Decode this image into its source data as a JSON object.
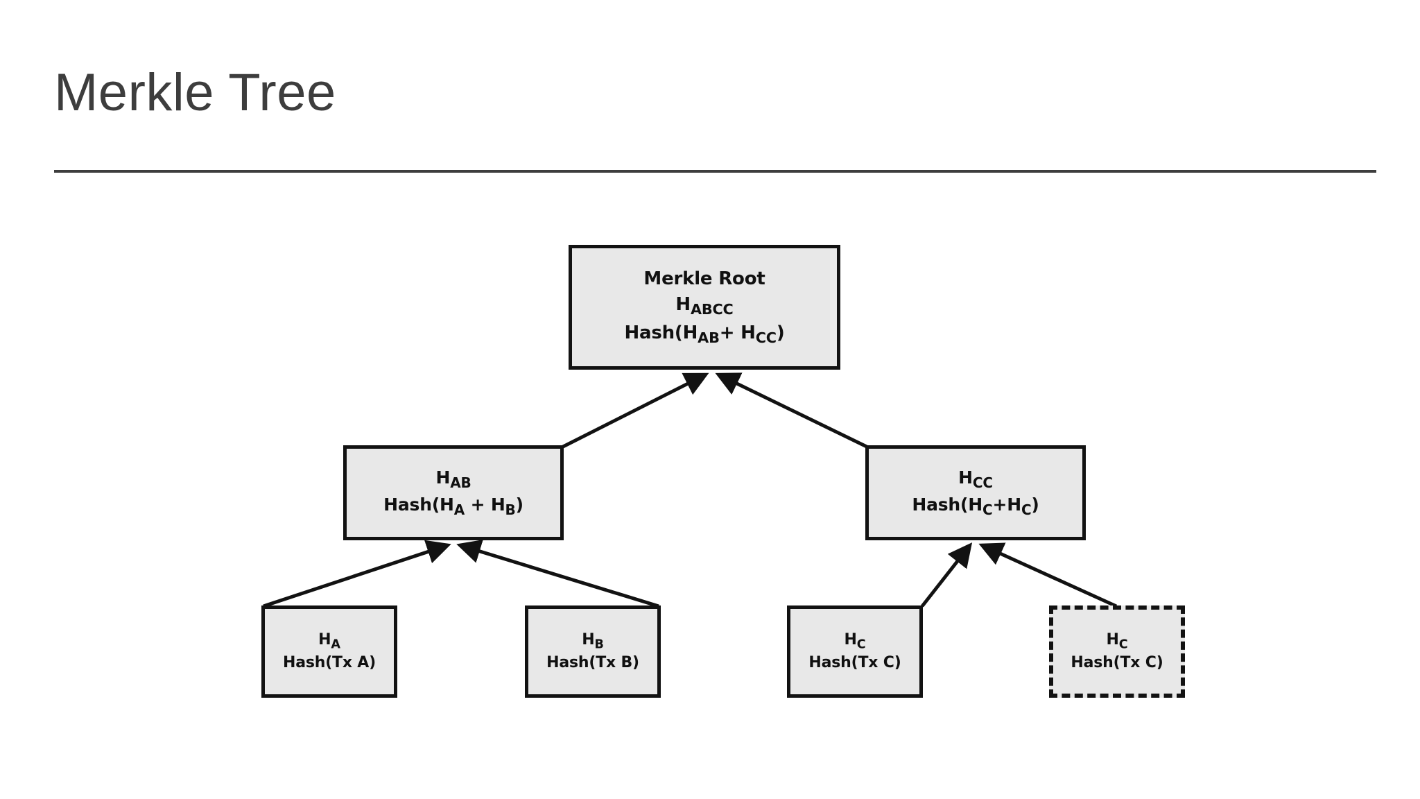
{
  "slide": {
    "title": "Merkle Tree"
  },
  "diagram": {
    "type": "tree",
    "nodes": {
      "root": {
        "id": "root",
        "label": "Merkle Root",
        "hash_name": "H",
        "hash_sub": "ABCC",
        "formula_prefix": "Hash(H",
        "formula_sub1": "AB",
        "formula_mid": "+ H",
        "formula_sub2": "CC",
        "formula_suffix": ")",
        "border_style": "solid"
      },
      "hab": {
        "id": "hab",
        "hash_name": "H",
        "hash_sub": "AB",
        "formula_prefix": "Hash(H",
        "formula_sub1": "A",
        "formula_mid": " + H",
        "formula_sub2": "B",
        "formula_suffix": ")",
        "border_style": "solid"
      },
      "hcc": {
        "id": "hcc",
        "hash_name": "H",
        "hash_sub": "CC",
        "formula_prefix": "Hash(H",
        "formula_sub1": "C",
        "formula_mid": "+H",
        "formula_sub2": "C",
        "formula_suffix": ")",
        "border_style": "solid"
      },
      "ha": {
        "id": "ha",
        "hash_name": "H",
        "hash_sub": "A",
        "formula": "Hash(Tx A)",
        "border_style": "solid"
      },
      "hb": {
        "id": "hb",
        "hash_name": "H",
        "hash_sub": "B",
        "formula": "Hash(Tx B)",
        "border_style": "solid"
      },
      "hc1": {
        "id": "hc1",
        "hash_name": "H",
        "hash_sub": "C",
        "formula": "Hash(Tx C)",
        "border_style": "solid"
      },
      "hc2": {
        "id": "hc2",
        "hash_name": "H",
        "hash_sub": "C",
        "formula": "Hash(Tx C)",
        "border_style": "dashed"
      }
    },
    "edges": [
      {
        "from": "hab",
        "to": "root"
      },
      {
        "from": "hcc",
        "to": "root"
      },
      {
        "from": "ha",
        "to": "hab"
      },
      {
        "from": "hb",
        "to": "hab"
      },
      {
        "from": "hc1",
        "to": "hcc"
      },
      {
        "from": "hc2",
        "to": "hcc"
      }
    ],
    "colors": {
      "node_fill": "#e8e8e8",
      "node_border": "#121212",
      "edge": "#121212",
      "title_text": "#3d3d3d",
      "background": "#ffffff"
    }
  }
}
